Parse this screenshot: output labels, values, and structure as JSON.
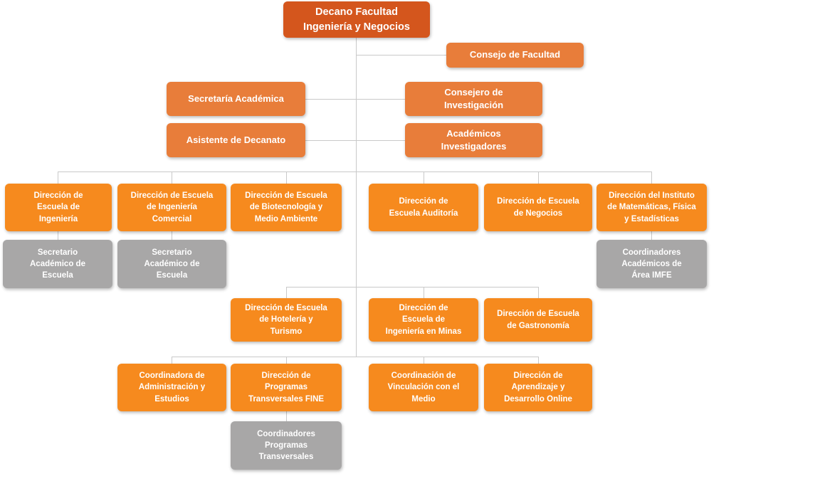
{
  "colors": {
    "dark": "#D4561D",
    "mid": "#E87D3A",
    "bright": "#F68A1E",
    "gray": "#A8A7A7",
    "line": "#C9C9C9"
  },
  "nodes": {
    "decano": [
      "Decano Facultad",
      "Ingeniería y Negocios"
    ],
    "consejo_facultad": "Consejo de Facultad",
    "secretaria_academica": "Secretaría Académica",
    "consejero_investigacion": [
      "Consejero de",
      "Investigación"
    ],
    "asistente_decanato": "Asistente de Decanato",
    "academicos_investigadores": [
      "Académicos",
      "Investigadores"
    ],
    "escuela_ingenieria": [
      "Dirección de",
      "Escuela de",
      "Ingeniería"
    ],
    "escuela_ingenieria_comercial": [
      "Dirección de Escuela",
      "de Ingeniería",
      "Comercial"
    ],
    "escuela_biotecnologia": [
      "Dirección de Escuela",
      "de Biotecnología y",
      "Medio Ambiente"
    ],
    "escuela_auditoria": [
      "Dirección de",
      "Escuela Auditoría"
    ],
    "escuela_negocios": [
      "Dirección de Escuela",
      "de Negocios"
    ],
    "instituto_imfe": [
      "Dirección del Instituto",
      "de Matemáticas, Física",
      "y Estadísticas"
    ],
    "secretario_academico_1": [
      "Secretario",
      "Académico de",
      "Escuela"
    ],
    "secretario_academico_2": [
      "Secretario",
      "Académico de",
      "Escuela"
    ],
    "coordinadores_imfe": [
      "Coordinadores",
      "Académicos de",
      "Área IMFE"
    ],
    "escuela_hoteleria": [
      "Dirección de Escuela",
      "de Hotelería y",
      "Turismo"
    ],
    "escuela_mineria": [
      "Dirección de",
      "Escuela de",
      "Ingeniería en Minas"
    ],
    "escuela_gastronomia": [
      "Dirección de Escuela",
      "de Gastronomía"
    ],
    "coordinadora_administracion": [
      "Coordinadora de",
      "Administración y",
      "Estudios"
    ],
    "direccion_programas_transversales": [
      "Dirección de",
      "Programas",
      "Transversales FINE"
    ],
    "coordinacion_vinculacion": [
      "Coordinación de",
      "Vinculación con el",
      "Medio"
    ],
    "direccion_aprendizaje_online": [
      "Dirección de",
      "Aprendizaje y",
      "Desarrollo Online"
    ],
    "coordinadores_programas_transversales": [
      "Coordinadores",
      "Programas",
      "Transversales"
    ]
  }
}
